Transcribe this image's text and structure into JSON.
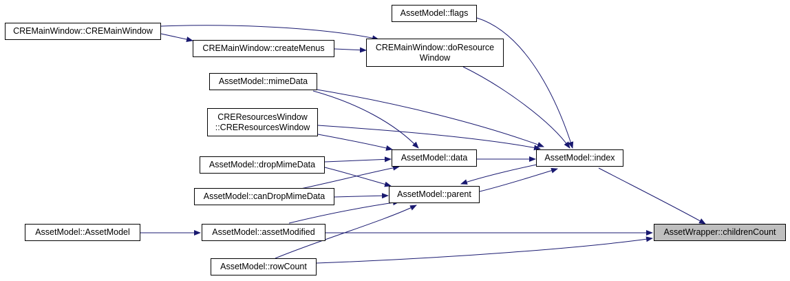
{
  "colors": {
    "edge": "#191970",
    "node_border": "#000000",
    "root_fill": "#bfbfbf"
  },
  "nodes": {
    "cremain_ctor": "CREMainWindow::CREMainWindow",
    "create_menus": "CREMainWindow::createMenus",
    "do_resource": "CREMainWindow::doResource\nWindow",
    "flags": "AssetModel::flags",
    "mime_data": "AssetModel::mimeData",
    "cre_resources": "CREResourcesWindow\n::CREResourcesWindow",
    "drop_mime": "AssetModel::dropMimeData",
    "can_drop": "AssetModel::canDropMimeData",
    "asset_model_ctor": "AssetModel::AssetModel",
    "asset_modified": "AssetModel::assetModified",
    "row_count": "AssetModel::rowCount",
    "data": "AssetModel::data",
    "parent": "AssetModel::parent",
    "index": "AssetModel::index",
    "children_count": "AssetWrapper::childrenCount"
  }
}
